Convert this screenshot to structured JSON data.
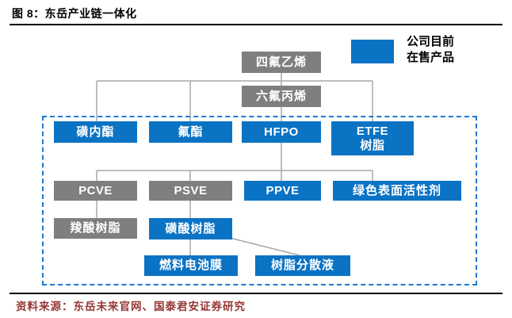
{
  "figure": {
    "title": "图 8：东岳产业链一体化",
    "source": "资料来源：东岳未来官网、国泰君安证券研究"
  },
  "legend": {
    "label_line1": "公司目前",
    "label_line2": "在售产品",
    "meaning": "company-products-currently-on-sale",
    "swatch_color": "#0b73c4"
  },
  "colors": {
    "product_blue": "#0b73c4",
    "intermediate_gray": "#7f7f7f",
    "connector_gray": "#a8a8a8",
    "dashed_border_blue": "#1e7ad3",
    "source_text_red": "#953735",
    "title_black": "#000000"
  },
  "diagram": {
    "nodes": {
      "tfe": {
        "label": "四氟乙烯",
        "type": "intermediate"
      },
      "hfp": {
        "label": "六氟丙烯",
        "type": "intermediate"
      },
      "sultone": {
        "label": "磺内酯",
        "type": "product"
      },
      "fluoroester": {
        "label": "氟酯",
        "type": "product"
      },
      "hfpo": {
        "label": "HFPO",
        "type": "product"
      },
      "etfe": {
        "label": "ETFE",
        "label2": "树脂",
        "type": "product"
      },
      "pcve": {
        "label": "PCVE",
        "type": "intermediate"
      },
      "psve": {
        "label": "PSVE",
        "type": "intermediate"
      },
      "ppve": {
        "label": "PPVE",
        "type": "product"
      },
      "surfactant": {
        "label": "绿色表面活性剂",
        "type": "product"
      },
      "carboxylic": {
        "label": "羧酸树脂",
        "type": "intermediate"
      },
      "sulfonic": {
        "label": "磺酸树脂",
        "type": "product"
      },
      "fuelcell": {
        "label": "燃料电池膜",
        "type": "product"
      },
      "dispersion": {
        "label": "树脂分散液",
        "type": "product"
      }
    },
    "edges": [
      [
        "tfe",
        "hfp"
      ],
      [
        "tfe",
        "sultone"
      ],
      [
        "tfe",
        "fluoroester"
      ],
      [
        "tfe",
        "etfe"
      ],
      [
        "hfp",
        "hfpo"
      ],
      [
        "hfpo",
        "pcve"
      ],
      [
        "hfpo",
        "psve"
      ],
      [
        "hfpo",
        "ppve"
      ],
      [
        "hfpo",
        "surfactant"
      ],
      [
        "pcve",
        "carboxylic"
      ],
      [
        "psve",
        "sulfonic"
      ],
      [
        "sulfonic",
        "fuelcell"
      ],
      [
        "sulfonic",
        "dispersion"
      ]
    ]
  }
}
